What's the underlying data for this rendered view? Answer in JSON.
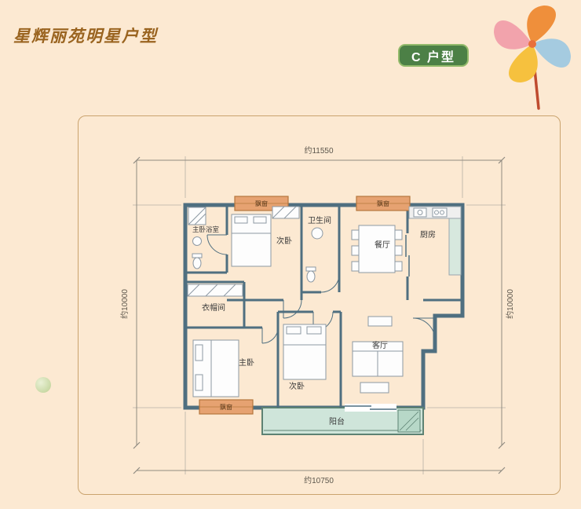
{
  "header": {
    "title": "星辉丽苑明星户型",
    "badge": "C 户型"
  },
  "plan": {
    "dims": {
      "top": "约11550",
      "left": "约10000",
      "right": "约10000",
      "bottom": "约10750"
    },
    "rooms": {
      "master_bath": "主卧浴室",
      "bedroom_top": "次卧",
      "bathroom": "卫生间",
      "dining": "餐厅",
      "kitchen": "厨房",
      "closet": "衣帽间",
      "master": "主卧",
      "bedroom_bottom": "次卧",
      "living": "客厅",
      "balcony": "阳台"
    },
    "bay_windows": [
      "飘窗",
      "飘窗",
      "飘窗"
    ]
  },
  "colors": {
    "background": "#fce9d2",
    "title_text": "#9a6420",
    "badge_bg": "#4c8046",
    "badge_border": "#93ba6b",
    "badge_text": "#ffffff",
    "frame_border": "#caa36e",
    "wall": "#4f6f80",
    "bay_window_fill": "#e6a271",
    "balcony_fill": "#cfe5da",
    "pinwheel_pink": "#f2a3ac",
    "pinwheel_orange": "#ef8f3b",
    "pinwheel_yellow": "#f6c13e",
    "pinwheel_blue": "#a5cbe0"
  }
}
